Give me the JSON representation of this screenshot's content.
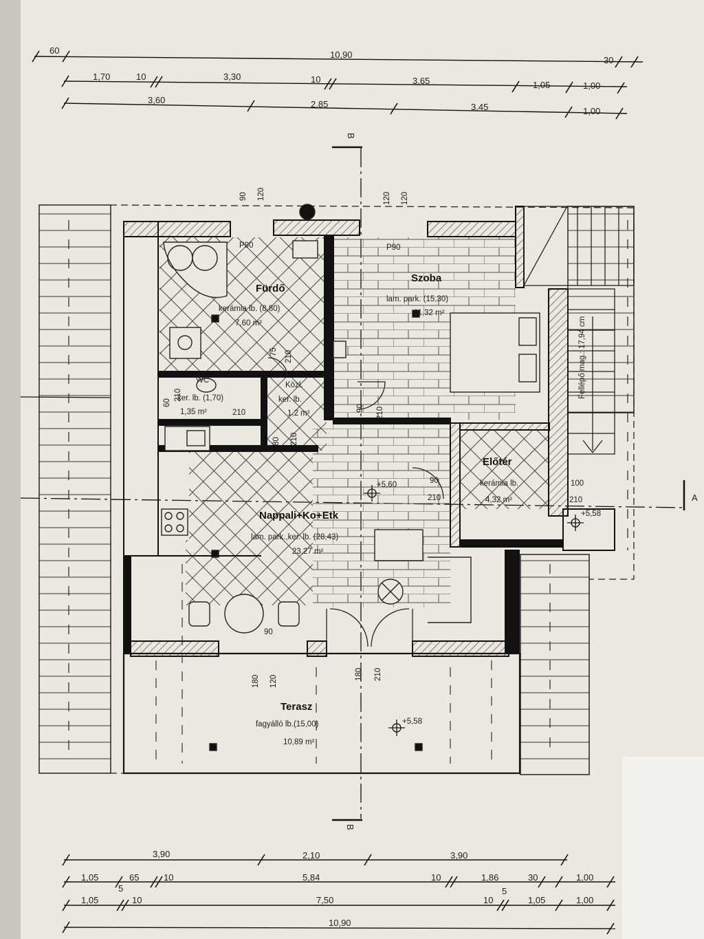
{
  "dimensions_top": {
    "row1": [
      "60",
      "10,90",
      "30"
    ],
    "row2": [
      "1,70",
      "10",
      "3,30",
      "10",
      "3,65",
      "1,05",
      "1,00"
    ],
    "row3": [
      "3,60",
      "2,85",
      "3,45",
      "1,00"
    ]
  },
  "dimensions_bottom": {
    "row1": [
      "3,90",
      "2,10",
      "3,90"
    ],
    "row2": [
      "1,05",
      "5",
      "65",
      "10",
      "5,84",
      "10",
      "1,86",
      "30",
      "1,00"
    ],
    "row3": [
      "1,05",
      "10",
      "7,50",
      "10",
      "5",
      "1,05",
      "1,00"
    ],
    "row4": [
      "10,90"
    ]
  },
  "section_marks": {
    "b_top": "B",
    "b_bottom": "B",
    "a_right": "A"
  },
  "rooms": {
    "furdo": {
      "name": "Fürdő",
      "floor": "kerámia lb. (8,80)",
      "area": "7,60 m²"
    },
    "szoba": {
      "name": "Szoba",
      "floor": "lam. park. (15,30)",
      "area": "11,32 m²"
    },
    "wc": {
      "name": "WC",
      "floor": "ker. lb. (1,70)",
      "area": "1,35 m²"
    },
    "kozl": {
      "name": "Közl.",
      "floor": "ker. lb.",
      "area": "1,2 m²"
    },
    "eloter": {
      "name": "Előtér",
      "floor": "kerámia lb.",
      "area": "4,32 m²"
    },
    "nappali": {
      "name": "Nappali+Ko+Etk",
      "floor": "lam. park.,ker. lb. (28,43)",
      "area": "23,27 m²"
    },
    "terasz": {
      "name": "Terasz",
      "floor": "fagyálló lb.(15,00)",
      "area": "10,89 m²"
    }
  },
  "stair_note": "Fellépő mag.: 17,94 cm",
  "levels": [
    "+5,60",
    "+5,58",
    "+5,58"
  ],
  "openings": {
    "p1": "P90",
    "p2": "P90",
    "d_top1": [
      "90",
      "120"
    ],
    "d_top2": [
      "120",
      "120"
    ],
    "d_bath": [
      "75",
      "210"
    ],
    "d_wc": [
      "60",
      "210"
    ],
    "d_wc2": "210",
    "d_kozl": [
      "80",
      "210"
    ],
    "d_szoba": [
      "90",
      "210"
    ],
    "d_liv": [
      "90",
      "210"
    ],
    "d_eloter": [
      "100",
      "210"
    ],
    "d_dine": "90",
    "d_ter1": [
      "180",
      "120"
    ],
    "d_ter2": [
      "180",
      "210"
    ]
  }
}
